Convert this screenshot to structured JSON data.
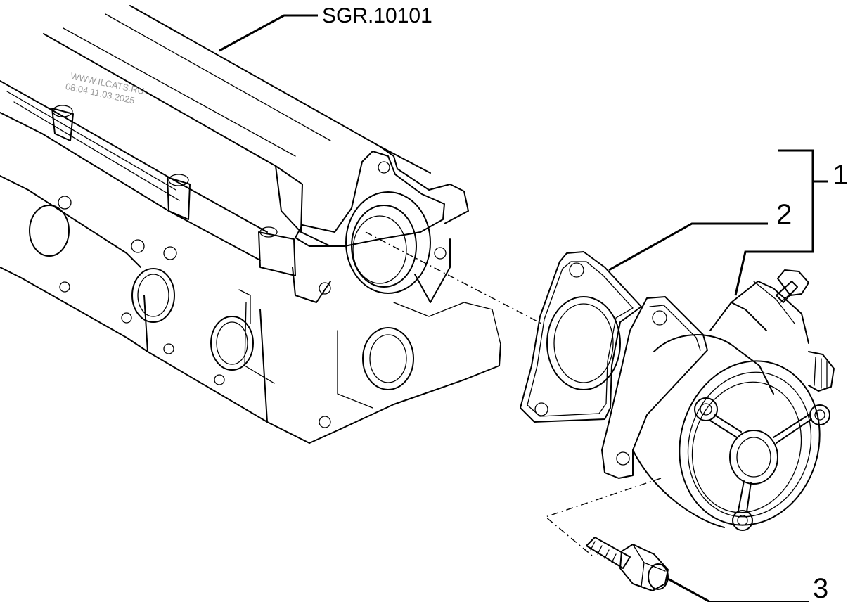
{
  "diagram": {
    "reference_code": "SGR.10101",
    "callouts": [
      {
        "id": "1",
        "label": "1"
      },
      {
        "id": "2",
        "label": "2"
      },
      {
        "id": "3",
        "label": "3"
      }
    ],
    "watermark": {
      "line1": "WWW.ILCATS.RU",
      "line2": "08:04 11.03.2025"
    }
  }
}
